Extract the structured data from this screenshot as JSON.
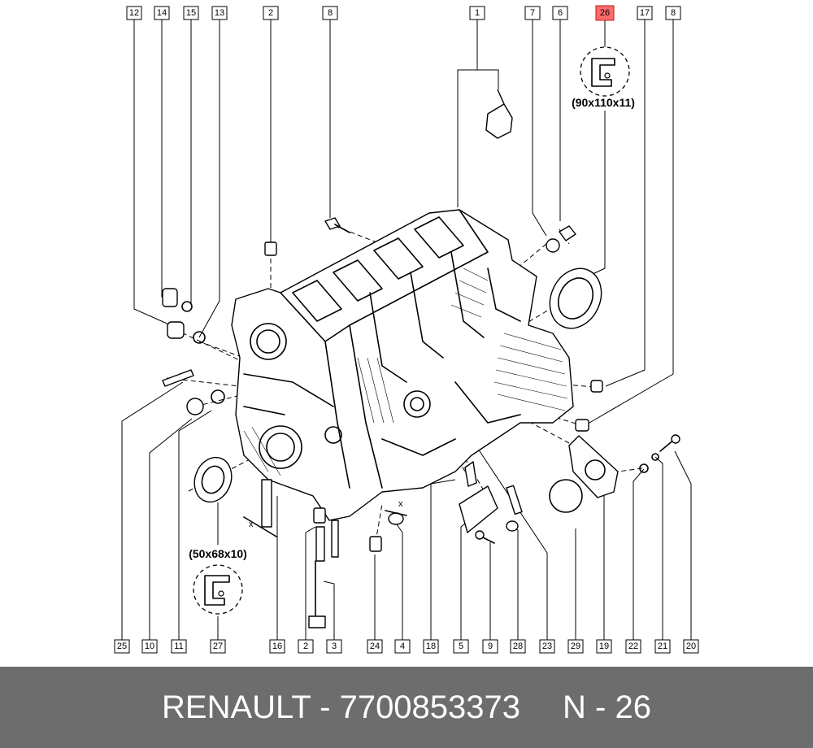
{
  "footer": {
    "part_text": "RENAULT - 7700853373",
    "ref_text": "N - 26"
  },
  "seal_labels": {
    "large": "(90x110x11)",
    "small": "(50x68x10)"
  },
  "highlight_color": "#ff6b6b",
  "callouts_top": [
    "12",
    "14",
    "15",
    "13",
    "2",
    "8",
    "1",
    "7",
    "6",
    "26",
    "17",
    "8"
  ],
  "callouts_bottom": [
    "25",
    "10",
    "11",
    "27",
    "16",
    "2",
    "3",
    "24",
    "4",
    "18",
    "5",
    "9",
    "28",
    "23",
    "29",
    "19",
    "22",
    "21",
    "20"
  ],
  "highlighted": "26"
}
